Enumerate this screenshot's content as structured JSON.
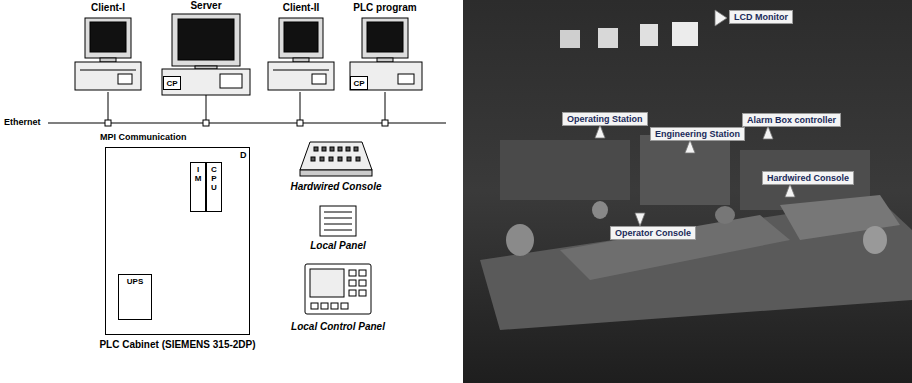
{
  "diagram": {
    "nodes": [
      {
        "text": [
          "Client-I"
        ]
      },
      {
        "text": [
          "Server"
        ]
      },
      {
        "text": [
          "CP"
        ],
        "in": 1
      },
      {
        "text": [
          "Client-II"
        ]
      },
      {
        "text": [
          "PLC program"
        ]
      },
      {
        "text": [
          "CP"
        ],
        "in": 4
      },
      {
        "text": [
          "PLC Cabinet (SIEMENS 315-2DP)"
        ]
      },
      {
        "text": [
          "IM"
        ],
        "in": 6
      },
      {
        "text": [
          "CPU"
        ],
        "in": 6
      },
      {
        "text": [
          "UPS"
        ],
        "in": 6
      },
      {
        "text": [
          "Hardwired Console"
        ]
      },
      {
        "text": [
          "Local Panel"
        ]
      },
      {
        "text": [
          "Local Control Panel"
        ]
      },
      {
        "text": [
          "LCD Monitor"
        ]
      },
      {
        "text": [
          "Operating Station"
        ]
      },
      {
        "text": [
          "Engineering Station"
        ]
      },
      {
        "text": [
          "Alarm Box controller"
        ]
      },
      {
        "text": [
          "Hardwired Console"
        ]
      },
      {
        "text": [
          "Operator Console"
        ]
      }
    ],
    "labels": [
      "Ethernet",
      "MPI Communication",
      "D"
    ]
  }
}
